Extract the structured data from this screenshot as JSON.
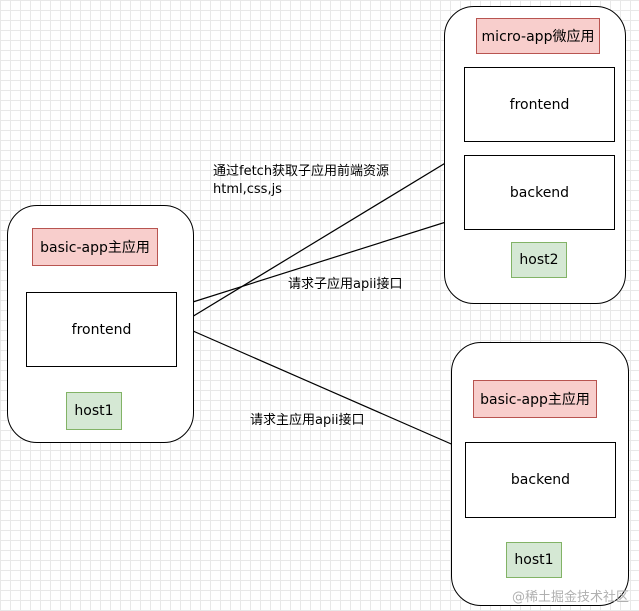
{
  "basic_host1": {
    "title": "basic-app主应用",
    "frontend_label": "frontend",
    "host_label": "host1"
  },
  "micro_host2": {
    "title": "micro-app微应用",
    "frontend_label": "frontend",
    "backend_label": "backend",
    "host_label": "host2"
  },
  "basic_backend_host": {
    "title": "basic-app主应用",
    "backend_label": "backend",
    "host_label": "host1"
  },
  "edge_labels": {
    "fetch_resources_line1": "通过fetch获取子应用前端资源",
    "fetch_resources_line2": "html,css,js",
    "request_sub_api": "请求子应用apii接口",
    "request_main_api": "请求主应用apii接口"
  },
  "watermark": "@稀土掘金技术社区",
  "colors": {
    "title_fill": "#f8cecc",
    "title_stroke": "#b85450",
    "host_fill": "#d5e8d4",
    "host_stroke": "#82b366"
  }
}
